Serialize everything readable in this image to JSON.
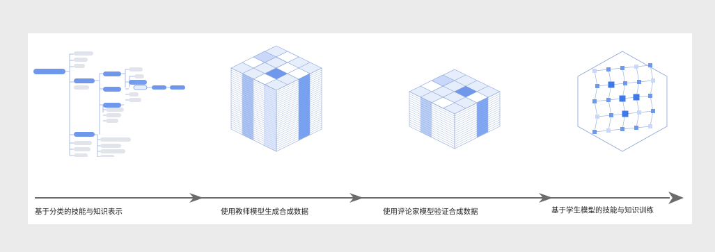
{
  "colors": {
    "background": "#ebebeb",
    "panel": "#ffffff",
    "accent": "#5b8def",
    "accent_light": "#c9d8fa",
    "accent_pale": "#e6eefc",
    "node_gray": "#e1e4ea",
    "line": "#9fb4de",
    "arrow": "#6b6b6b"
  },
  "stages": [
    {
      "icon": "taxonomy-tree-icon",
      "caption": "基于分类的技能与知识表示"
    },
    {
      "icon": "large-data-cube-icon",
      "caption": "使用教师模型生成合成数据"
    },
    {
      "icon": "small-data-cube-icon",
      "caption": "使用评论家模型验证合成数据"
    },
    {
      "icon": "molecular-lattice-icon",
      "caption": "基于学生模型的技能与知识训练"
    }
  ]
}
